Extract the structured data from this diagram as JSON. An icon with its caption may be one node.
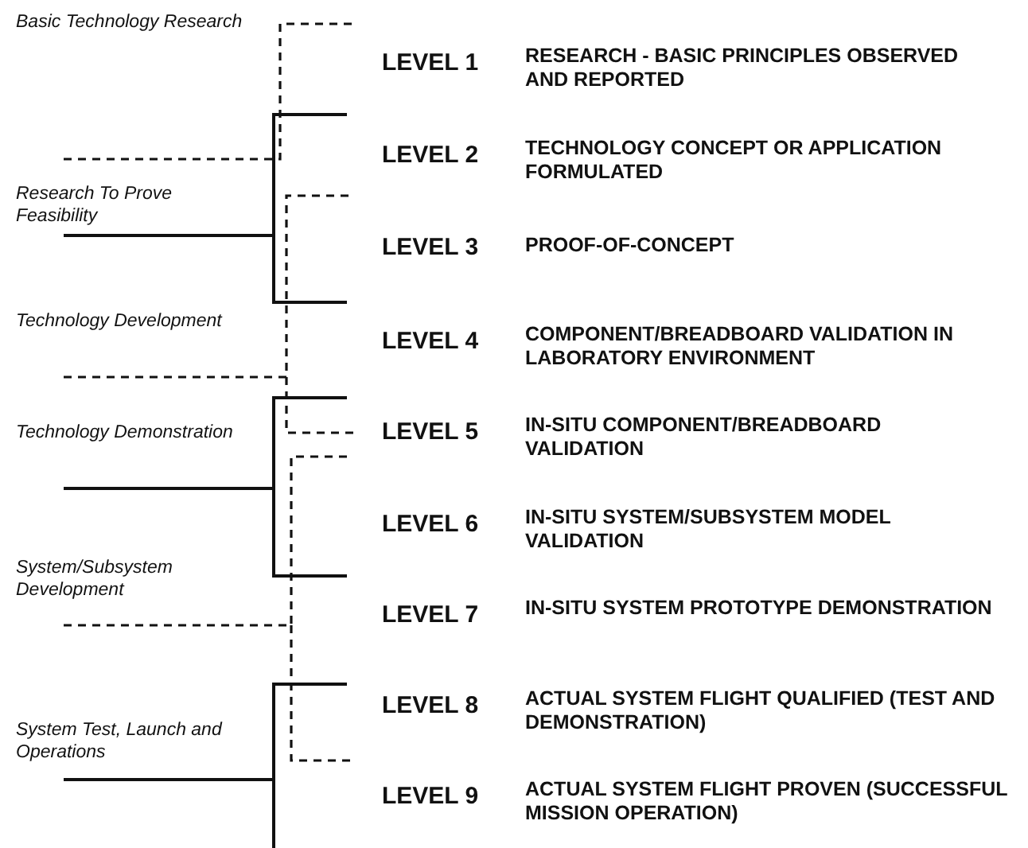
{
  "diagram": {
    "labels": [
      "Basic Technology Research",
      "LEVEL 1",
      "RESEARCH - BASIC PRINCIPLES OBSERVED AND REPORTED",
      "LEVEL 2",
      "TECHNOLOGY CONCEPT OR APPLICATION FORMULATED",
      "Research To Prove Feasibility",
      "LEVEL 3",
      "PROOF-OF-CONCEPT",
      "Technology Development",
      "LEVEL 4",
      "COMPONENT/BREADBOARD VALIDATION IN LABORATORY ENVIRONMENT",
      "LEVEL 5",
      "IN-SITU COMPONENT/BREADBOARD VALIDATION",
      "Technology Demonstration",
      "LEVEL 6",
      "IN-SITU SYSTEM/SUBSYSTEM MODEL VALIDATION",
      "System/Subsystem Development",
      "LEVEL 7",
      "IN-SITU SYSTEM PROTOTYPE DEMONSTRATION",
      "LEVEL 8",
      "ACTUAL SYSTEM FLIGHT QUALIFIED (TEST AND DEMONSTRATION)",
      "System Test, Launch and Operations",
      "LEVEL 9",
      "ACTUAL SYSTEM FLIGHT PROVEN (SUCCESSFUL MISSION OPERATION)"
    ]
  }
}
